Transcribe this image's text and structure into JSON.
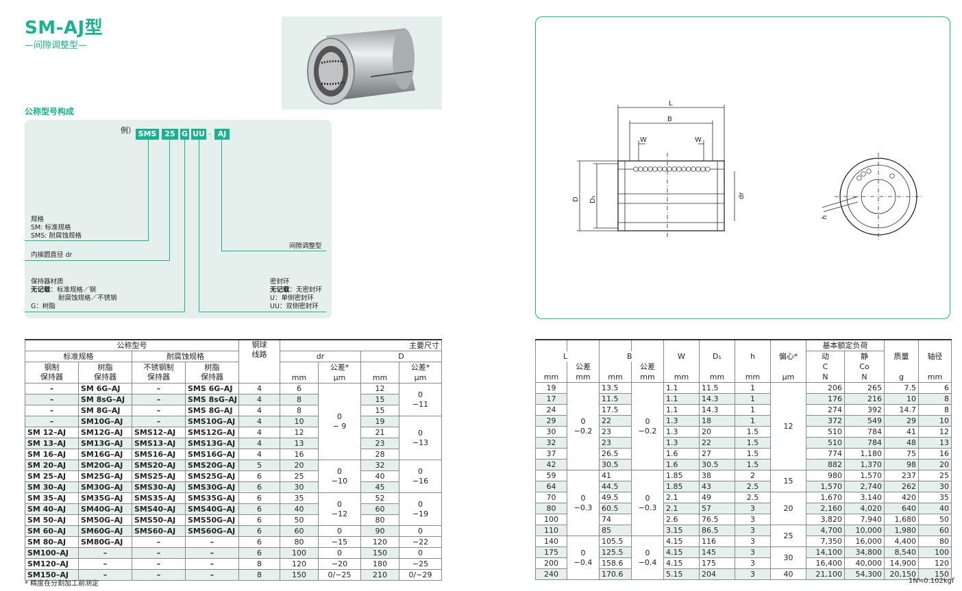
{
  "header": {
    "title": "SM-AJ型",
    "subtitle": "—间隙调整型—"
  },
  "section": {
    "title": "公称型号构成"
  },
  "example": {
    "label": "例）",
    "codes": [
      "SMS",
      "25",
      "G",
      "UU",
      "AJ"
    ],
    "dash": "-"
  },
  "parts": {
    "spec_title": "规格",
    "spec_sm": "SM: 标准规格",
    "spec_sms": "SMS: 耐腐蚀规格",
    "dr": "内接圆直径 dr",
    "cage_title": "保持器材质",
    "cage_none_b": "无记载",
    "cage_none": "：标准规格／钢",
    "cage_none2": "耐腐蚀规格／不锈钢",
    "cage_g": "G：树脂",
    "adjust": "间隙调整型",
    "seal_title": "密封环",
    "seal_none_b": "无记载",
    "seal_none": "：无密封环",
    "seal_u": "U：单侧密封环",
    "seal_uu": "UU：双侧密封环"
  },
  "drawing": {
    "L": "L",
    "B": "B",
    "W1": "W",
    "W2": "W",
    "D": "D",
    "D1": "D₁",
    "dr": "dr",
    "h": "h"
  },
  "table1": {
    "h_model": "公称型号",
    "h_std": "标准规格",
    "h_sus": "耐腐蚀规格",
    "h_steel_cage": "钢制\n保持器",
    "h_resin_cage": "树脂\n保持器",
    "h_ss_cage": "不锈钢制\n保持器",
    "h_resin_cage2": "树脂\n保持器",
    "h_ball": "钢球\n线路",
    "h_main": "主要尺寸",
    "h_dr": "dr",
    "h_D": "D",
    "h_tol": "公差*",
    "h_mm": "mm",
    "h_um": "μm",
    "rows": [
      [
        "–",
        "SM  6G–AJ",
        "–",
        "SMS  6G–AJ",
        "4",
        "6",
        "12"
      ],
      [
        "–",
        "SM  8sG–AJ",
        "–",
        "SMS  8sG–AJ",
        "4",
        "8",
        "15"
      ],
      [
        "–",
        "SM  8G–AJ",
        "–",
        "SMS  8G–AJ",
        "4",
        "8",
        "15"
      ],
      [
        "–",
        "SM10G–AJ",
        "–",
        "SMS10G–AJ",
        "4",
        "10",
        "19"
      ],
      [
        "SM  12–AJ",
        "SM12G–AJ",
        "SMS12–AJ",
        "SMS12G–AJ",
        "4",
        "12",
        "21"
      ],
      [
        "SM  13–AJ",
        "SM13G–AJ",
        "SMS13–AJ",
        "SMS13G–AJ",
        "4",
        "13",
        "23"
      ],
      [
        "SM  16–AJ",
        "SM16G–AJ",
        "SMS16–AJ",
        "SMS16G–AJ",
        "4",
        "16",
        "28"
      ],
      [
        "SM  20–AJ",
        "SM20G–AJ",
        "SMS20–AJ",
        "SMS20G–AJ",
        "5",
        "20",
        "32"
      ],
      [
        "SM  25–AJ",
        "SM25G–AJ",
        "SMS25–AJ",
        "SMS25G–AJ",
        "6",
        "25",
        "40"
      ],
      [
        "SM  30–AJ",
        "SM30G–AJ",
        "SMS30–AJ",
        "SMS30G–AJ",
        "6",
        "30",
        "45"
      ],
      [
        "SM  35–AJ",
        "SM35G–AJ",
        "SMS35–AJ",
        "SMS35G–AJ",
        "6",
        "35",
        "52"
      ],
      [
        "SM  40–AJ",
        "SM40G–AJ",
        "SMS40–AJ",
        "SMS40G–AJ",
        "6",
        "40",
        "60"
      ],
      [
        "SM  50–AJ",
        "SM50G–AJ",
        "SMS50–AJ",
        "SMS50G–AJ",
        "6",
        "50",
        "80"
      ],
      [
        "SM  60–AJ",
        "SM60G–AJ",
        "SMS60–AJ",
        "SMS60G–AJ",
        "6",
        "60",
        "90"
      ],
      [
        "SM  80–AJ",
        "SM80G–AJ",
        "–",
        "–",
        "6",
        "80",
        "120"
      ],
      [
        "SM100–AJ",
        "–",
        "–",
        "–",
        "6",
        "100",
        "150"
      ],
      [
        "SM120–AJ",
        "–",
        "–",
        "–",
        "8",
        "120",
        "180"
      ],
      [
        "SM150–AJ",
        "–",
        "–",
        "–",
        "8",
        "150",
        "210"
      ]
    ],
    "drtol": [
      "0\n− 9",
      "0\n−10",
      "0\n−12",
      "0",
      "−15",
      "0",
      "−20",
      "0/−25"
    ],
    "Dtol": [
      "0\n−11",
      "0\n−13",
      "0\n−16",
      "0\n−19",
      "0",
      "−22",
      "0",
      "−25",
      "0/−29"
    ]
  },
  "table2": {
    "h_L": "L",
    "h_B": "B",
    "h_W": "W",
    "h_D1": "D₁",
    "h_h": "h",
    "h_ecc": "偏心*",
    "h_load": "基本额定负荷",
    "h_dyn": "动",
    "h_sta": "静",
    "h_C": "C",
    "h_Co": "Co",
    "h_mass": "质量",
    "h_shaft": "轴径",
    "h_tol": "公差",
    "h_mm": "mm",
    "h_um": "μm",
    "h_N": "N",
    "h_g": "g",
    "rows": [
      [
        "19",
        "13.5",
        "1.1",
        "11.5",
        "1",
        "206",
        "265",
        "7.5",
        "6"
      ],
      [
        "17",
        "11.5",
        "1.1",
        "14.3",
        "1",
        "176",
        "216",
        "10",
        "8"
      ],
      [
        "24",
        "17.5",
        "1.1",
        "14.3",
        "1",
        "274",
        "392",
        "14.7",
        "8"
      ],
      [
        "29",
        "22",
        "1.3",
        "18",
        "1",
        "372",
        "549",
        "29",
        "10"
      ],
      [
        "30",
        "23",
        "1.3",
        "20",
        "1.5",
        "510",
        "784",
        "41",
        "12"
      ],
      [
        "32",
        "23",
        "1.3",
        "22",
        "1.5",
        "510",
        "784",
        "48",
        "13"
      ],
      [
        "37",
        "26.5",
        "1.6",
        "27",
        "1.5",
        "774",
        "1,180",
        "75",
        "16"
      ],
      [
        "42",
        "30.5",
        "1.6",
        "30.5",
        "1.5",
        "882",
        "1,370",
        "98",
        "20"
      ],
      [
        "59",
        "41",
        "1.85",
        "38",
        "2",
        "980",
        "1,570",
        "237",
        "25"
      ],
      [
        "64",
        "44.5",
        "1.85",
        "43",
        "2.5",
        "1,570",
        "2,740",
        "262",
        "30"
      ],
      [
        "70",
        "49.5",
        "2.1",
        "49",
        "2.5",
        "1,670",
        "3,140",
        "420",
        "35"
      ],
      [
        "80",
        "60.5",
        "2.1",
        "57",
        "3",
        "2,160",
        "4,020",
        "640",
        "40"
      ],
      [
        "100",
        "74",
        "2.6",
        "76.5",
        "3",
        "3,820",
        "7,940",
        "1,680",
        "50"
      ],
      [
        "110",
        "85",
        "3.15",
        "86.5",
        "3",
        "4,700",
        "10,000",
        "1,980",
        "60"
      ],
      [
        "140",
        "105.5",
        "4.15",
        "116",
        "3",
        "7,350",
        "16,000",
        "4,400",
        "80"
      ],
      [
        "175",
        "125.5",
        "4.15",
        "145",
        "3",
        "14,100",
        "34,800",
        "8,540",
        "100"
      ],
      [
        "200",
        "158.6",
        "4.15",
        "175",
        "3",
        "16,400",
        "40,000",
        "14,900",
        "120"
      ],
      [
        "240",
        "170.6",
        "5.15",
        "204",
        "3",
        "21,100",
        "54,300",
        "20,150",
        "150"
      ]
    ],
    "Ltol": [
      "0\n−0.2",
      "0\n−0.3",
      "0\n−0.4"
    ],
    "Btol": [
      "0\n−0.2",
      "0\n−0.3",
      "0\n−0.4"
    ],
    "ecc": [
      "12",
      "15",
      "20",
      "25",
      "30",
      "40"
    ]
  },
  "footer": {
    "note": "* 精度在分割加工前测定",
    "unit": "1N≒0.102kgf"
  }
}
